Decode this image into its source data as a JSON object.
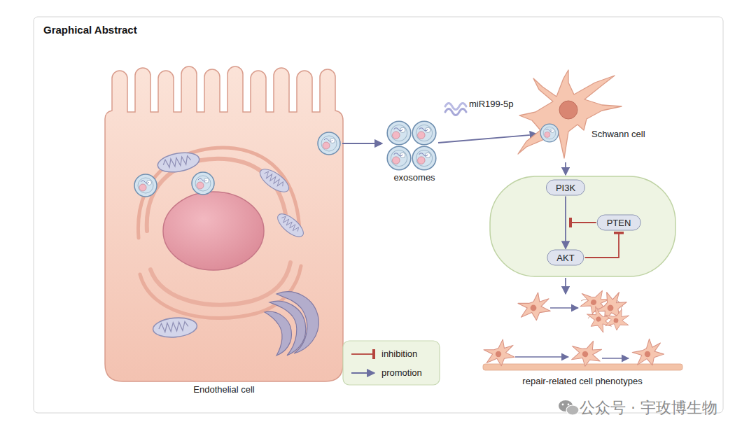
{
  "diagram": {
    "title": "Graphical Abstract",
    "nodes": [
      {
        "text": [
          "PI3K"
        ]
      },
      {
        "text": [
          "PTEN"
        ]
      },
      {
        "text": [
          "AKT"
        ]
      }
    ],
    "edges": [
      {
        "from": 0,
        "to": 2,
        "arrow": "to"
      },
      {
        "from": 2,
        "to": 1,
        "arrow": "to"
      }
    ],
    "labels": [
      "Endothelial cell",
      "exosomes",
      "miR199-5p",
      "Schwann cell",
      "repair-related cell phenotypes",
      "公众号 · 宇玫博生物"
    ],
    "legend": [
      {
        "text": "inhibition"
      },
      {
        "text": "promotion"
      }
    ]
  }
}
